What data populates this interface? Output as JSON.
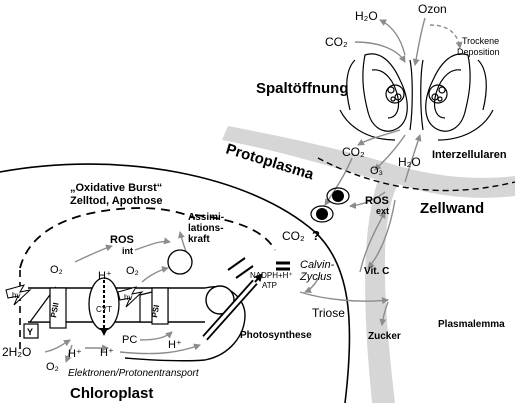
{
  "labels": {
    "h2o_top": "H₂O",
    "ozon": "Ozon",
    "co2_top": "CO₂",
    "trockene": "Trockene",
    "deposition": "Deposition",
    "spaltoeffnung": "Spaltöffnung",
    "co2_mid": "CO₂",
    "o3": "O₃",
    "h2o_mid": "H₂O",
    "interzellularen": "Interzellularen",
    "protoplasma": "Protoplasma",
    "zellwand": "Zellwand",
    "oxidative_burst": "„Oxidative Burst“",
    "zelltod": "Zelltod, Apothose",
    "ros_ext": "ROS",
    "ros_ext_sub": "ext",
    "assimi_1": "Assimi-",
    "assimi_2": "lations-",
    "assimi_3": "kraft",
    "co2_q": "CO₂",
    "question": "?",
    "ros_int": "ROS",
    "ros_int_sub": "int",
    "o2_left": "O₂",
    "o2_mid": "O₂",
    "hplus_1": "H⁺",
    "hplus_2": "H⁺",
    "hplus_3": "H⁺",
    "hplus_4": "H⁺",
    "cyt": "CYT",
    "hv_1": "hv",
    "hv_2": "hv",
    "psii": "PSII",
    "psi": "PSI",
    "y": "Y",
    "pc": "PC",
    "nadph": "NADPH+H⁺",
    "atp": "ATP",
    "calvin_1": "Calvin-",
    "calvin_2": "Zyclus",
    "vitc": "Vit. C",
    "triose": "Triose",
    "photosynthese": "Photosynthese",
    "zucker": "Zucker",
    "plasmalemma": "Plasmalemma",
    "h2o_2": "2H₂O",
    "o2_bottom": "O₂",
    "elektronen": "Elektronen/Protonentransport",
    "chloroplast": "Chloroplast"
  },
  "colors": {
    "wall_fill": "#d6d6d6",
    "arrow_gray": "#8c8c8c",
    "line_black": "#000000"
  }
}
